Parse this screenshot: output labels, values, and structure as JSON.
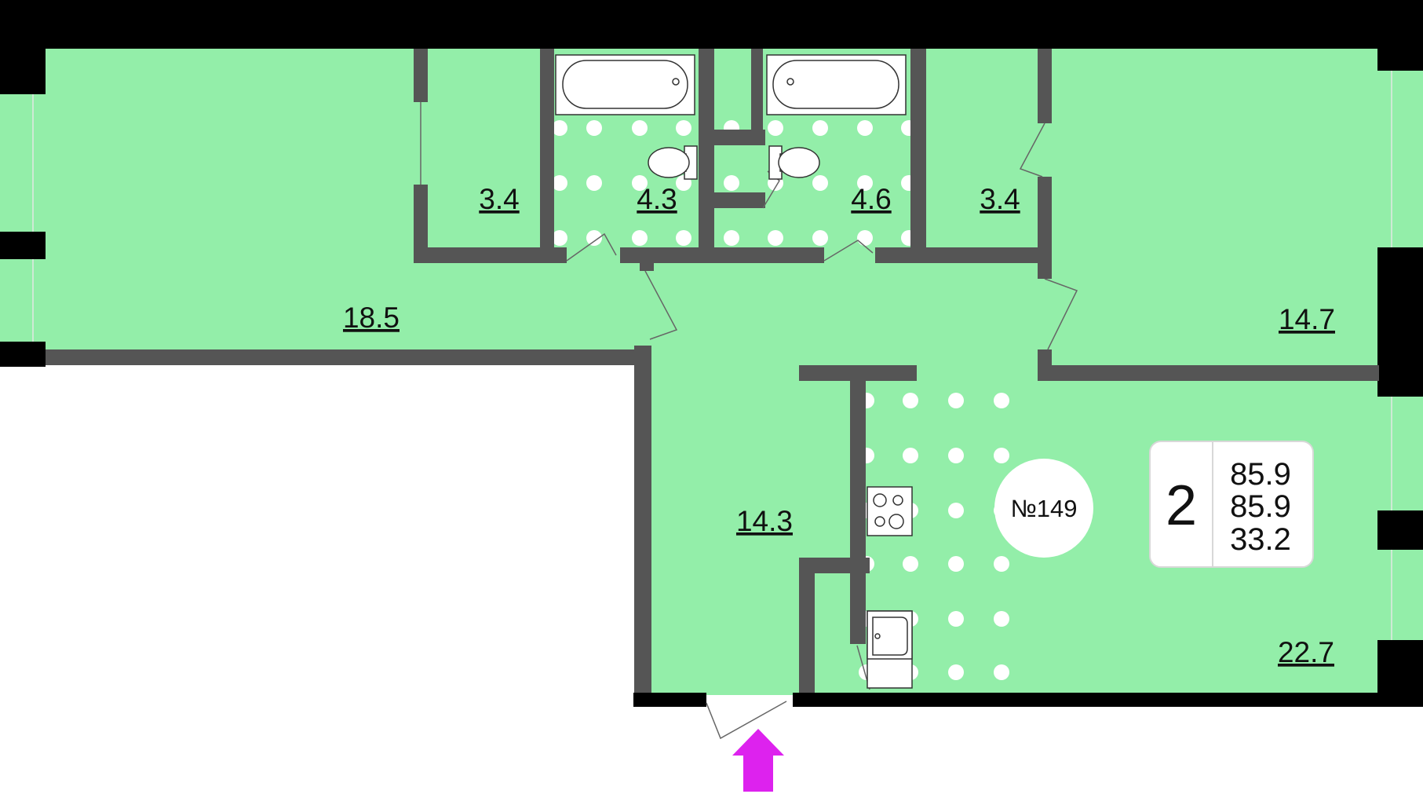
{
  "plan": {
    "rooms": [
      {
        "id": "room-left",
        "area": "18.5"
      },
      {
        "id": "closet-left",
        "area": "3.4"
      },
      {
        "id": "bathroom-left",
        "area": "4.3"
      },
      {
        "id": "bathroom-right",
        "area": "4.6"
      },
      {
        "id": "closet-right",
        "area": "3.4"
      },
      {
        "id": "room-right",
        "area": "14.7"
      },
      {
        "id": "hallway",
        "area": "14.3"
      },
      {
        "id": "kitchen-living",
        "area": "22.7"
      }
    ],
    "apartment_number": "№149",
    "info_card": {
      "rooms_count": "2",
      "total_area": "85.9",
      "area_2": "85.9",
      "living_area": "33.2"
    },
    "colors": {
      "floor": "#93eea9",
      "outer_wall": "#000000",
      "inner_wall": "#555555",
      "entrance_arrow": "#dd22ee",
      "background": "#ffffff"
    },
    "icons": [
      "bathtub-icon",
      "toilet-icon",
      "stove-icon",
      "sink-icon",
      "entrance-arrow-icon"
    ]
  }
}
